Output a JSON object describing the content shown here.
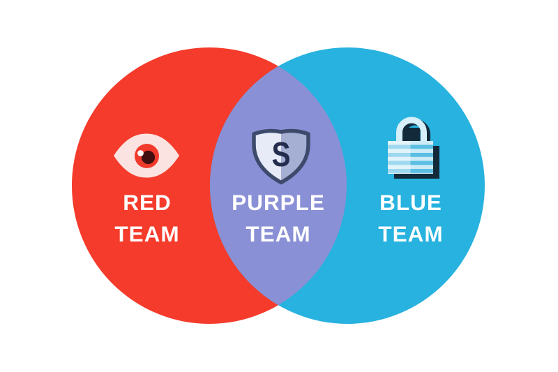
{
  "background_color": "#FFFFFF",
  "label_text_color": "#FFFFFF",
  "venn": {
    "red_team": {
      "line1": "RED",
      "line2": "TEAM",
      "color": "#F53B2C",
      "icon": "eye-icon"
    },
    "purple_team": {
      "line1": "PURPLE",
      "line2": "TEAM",
      "color": "#8A90D5",
      "icon": "shield-icon",
      "shield_letter": "S"
    },
    "blue_team": {
      "line1": "BLUE",
      "line2": "TEAM",
      "color": "#27B2DF",
      "icon": "padlock-icon"
    }
  },
  "icon_colors": {
    "eye": {
      "outline": "#5A1412",
      "sclera": "#FAE3E0",
      "iris": "#F23A2C",
      "iris_ring": "#D02B23",
      "pupil": "#420F10",
      "highlight": "#FFFFFF"
    },
    "shield": {
      "outline": "#3E4A6C",
      "left_half": "#E7EBF7",
      "right_half": "#A5AFD3",
      "letter_color": "#242D4D"
    },
    "padlock": {
      "pale": "#D6EFF9",
      "body": "#CDEBF6",
      "stripe": "#5BBEE3",
      "shadow": "#132A3B"
    }
  }
}
